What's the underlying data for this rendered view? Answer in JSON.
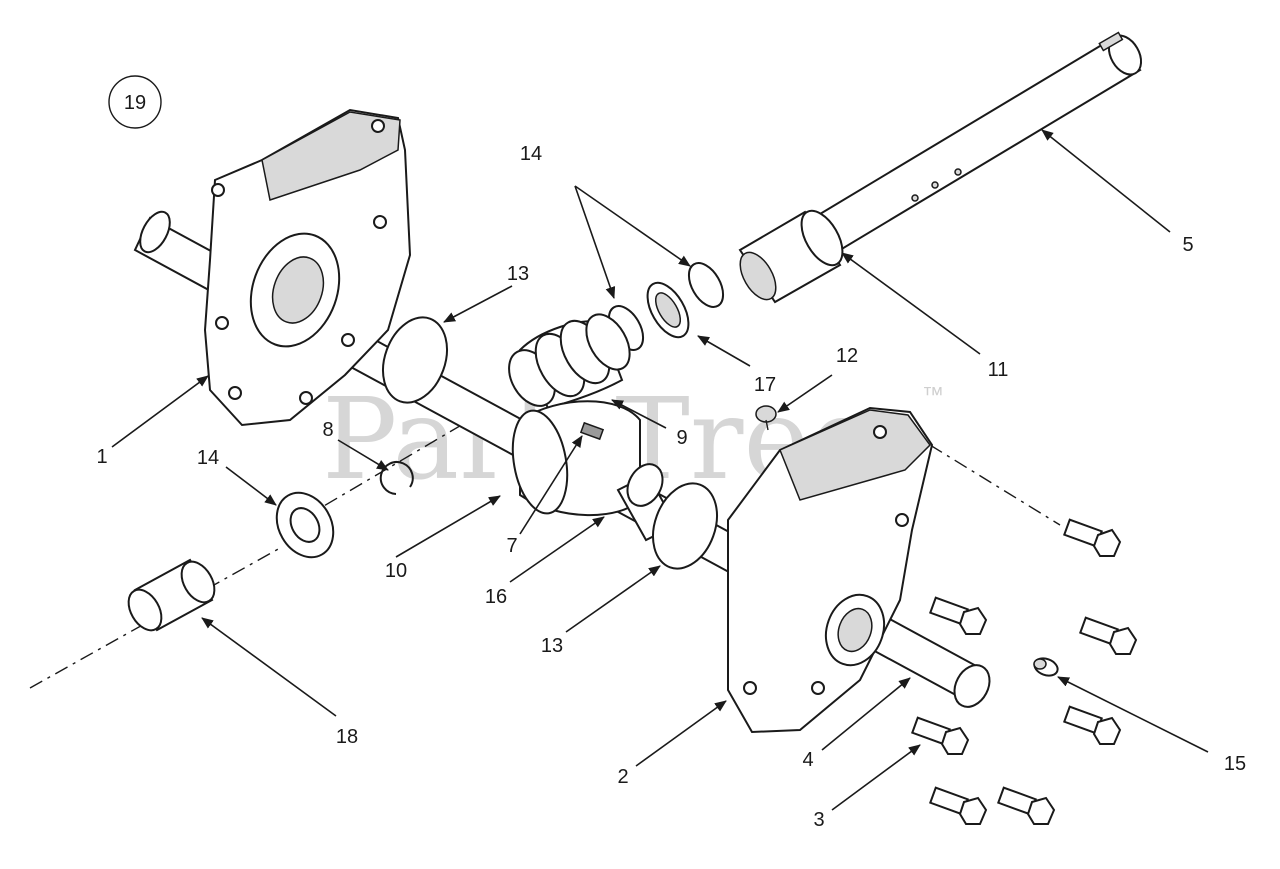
{
  "watermark": {
    "text": "PartsTree",
    "trademark": "™"
  },
  "assembly_badge": "19",
  "callouts": {
    "c1": "1",
    "c2": "2",
    "c3": "3",
    "c4": "4",
    "c5": "5",
    "c7": "7",
    "c8": "8",
    "c9": "9",
    "c10": "10",
    "c11": "11",
    "c12": "12",
    "c13a": "13",
    "c13b": "13",
    "c14a": "14",
    "c14b": "14",
    "c15": "15",
    "c16": "16",
    "c17": "17",
    "c18": "18"
  },
  "colors": {
    "line": "#1a1a1a",
    "shade": "#d9d9d9",
    "watermark": "#d6d6d6"
  }
}
